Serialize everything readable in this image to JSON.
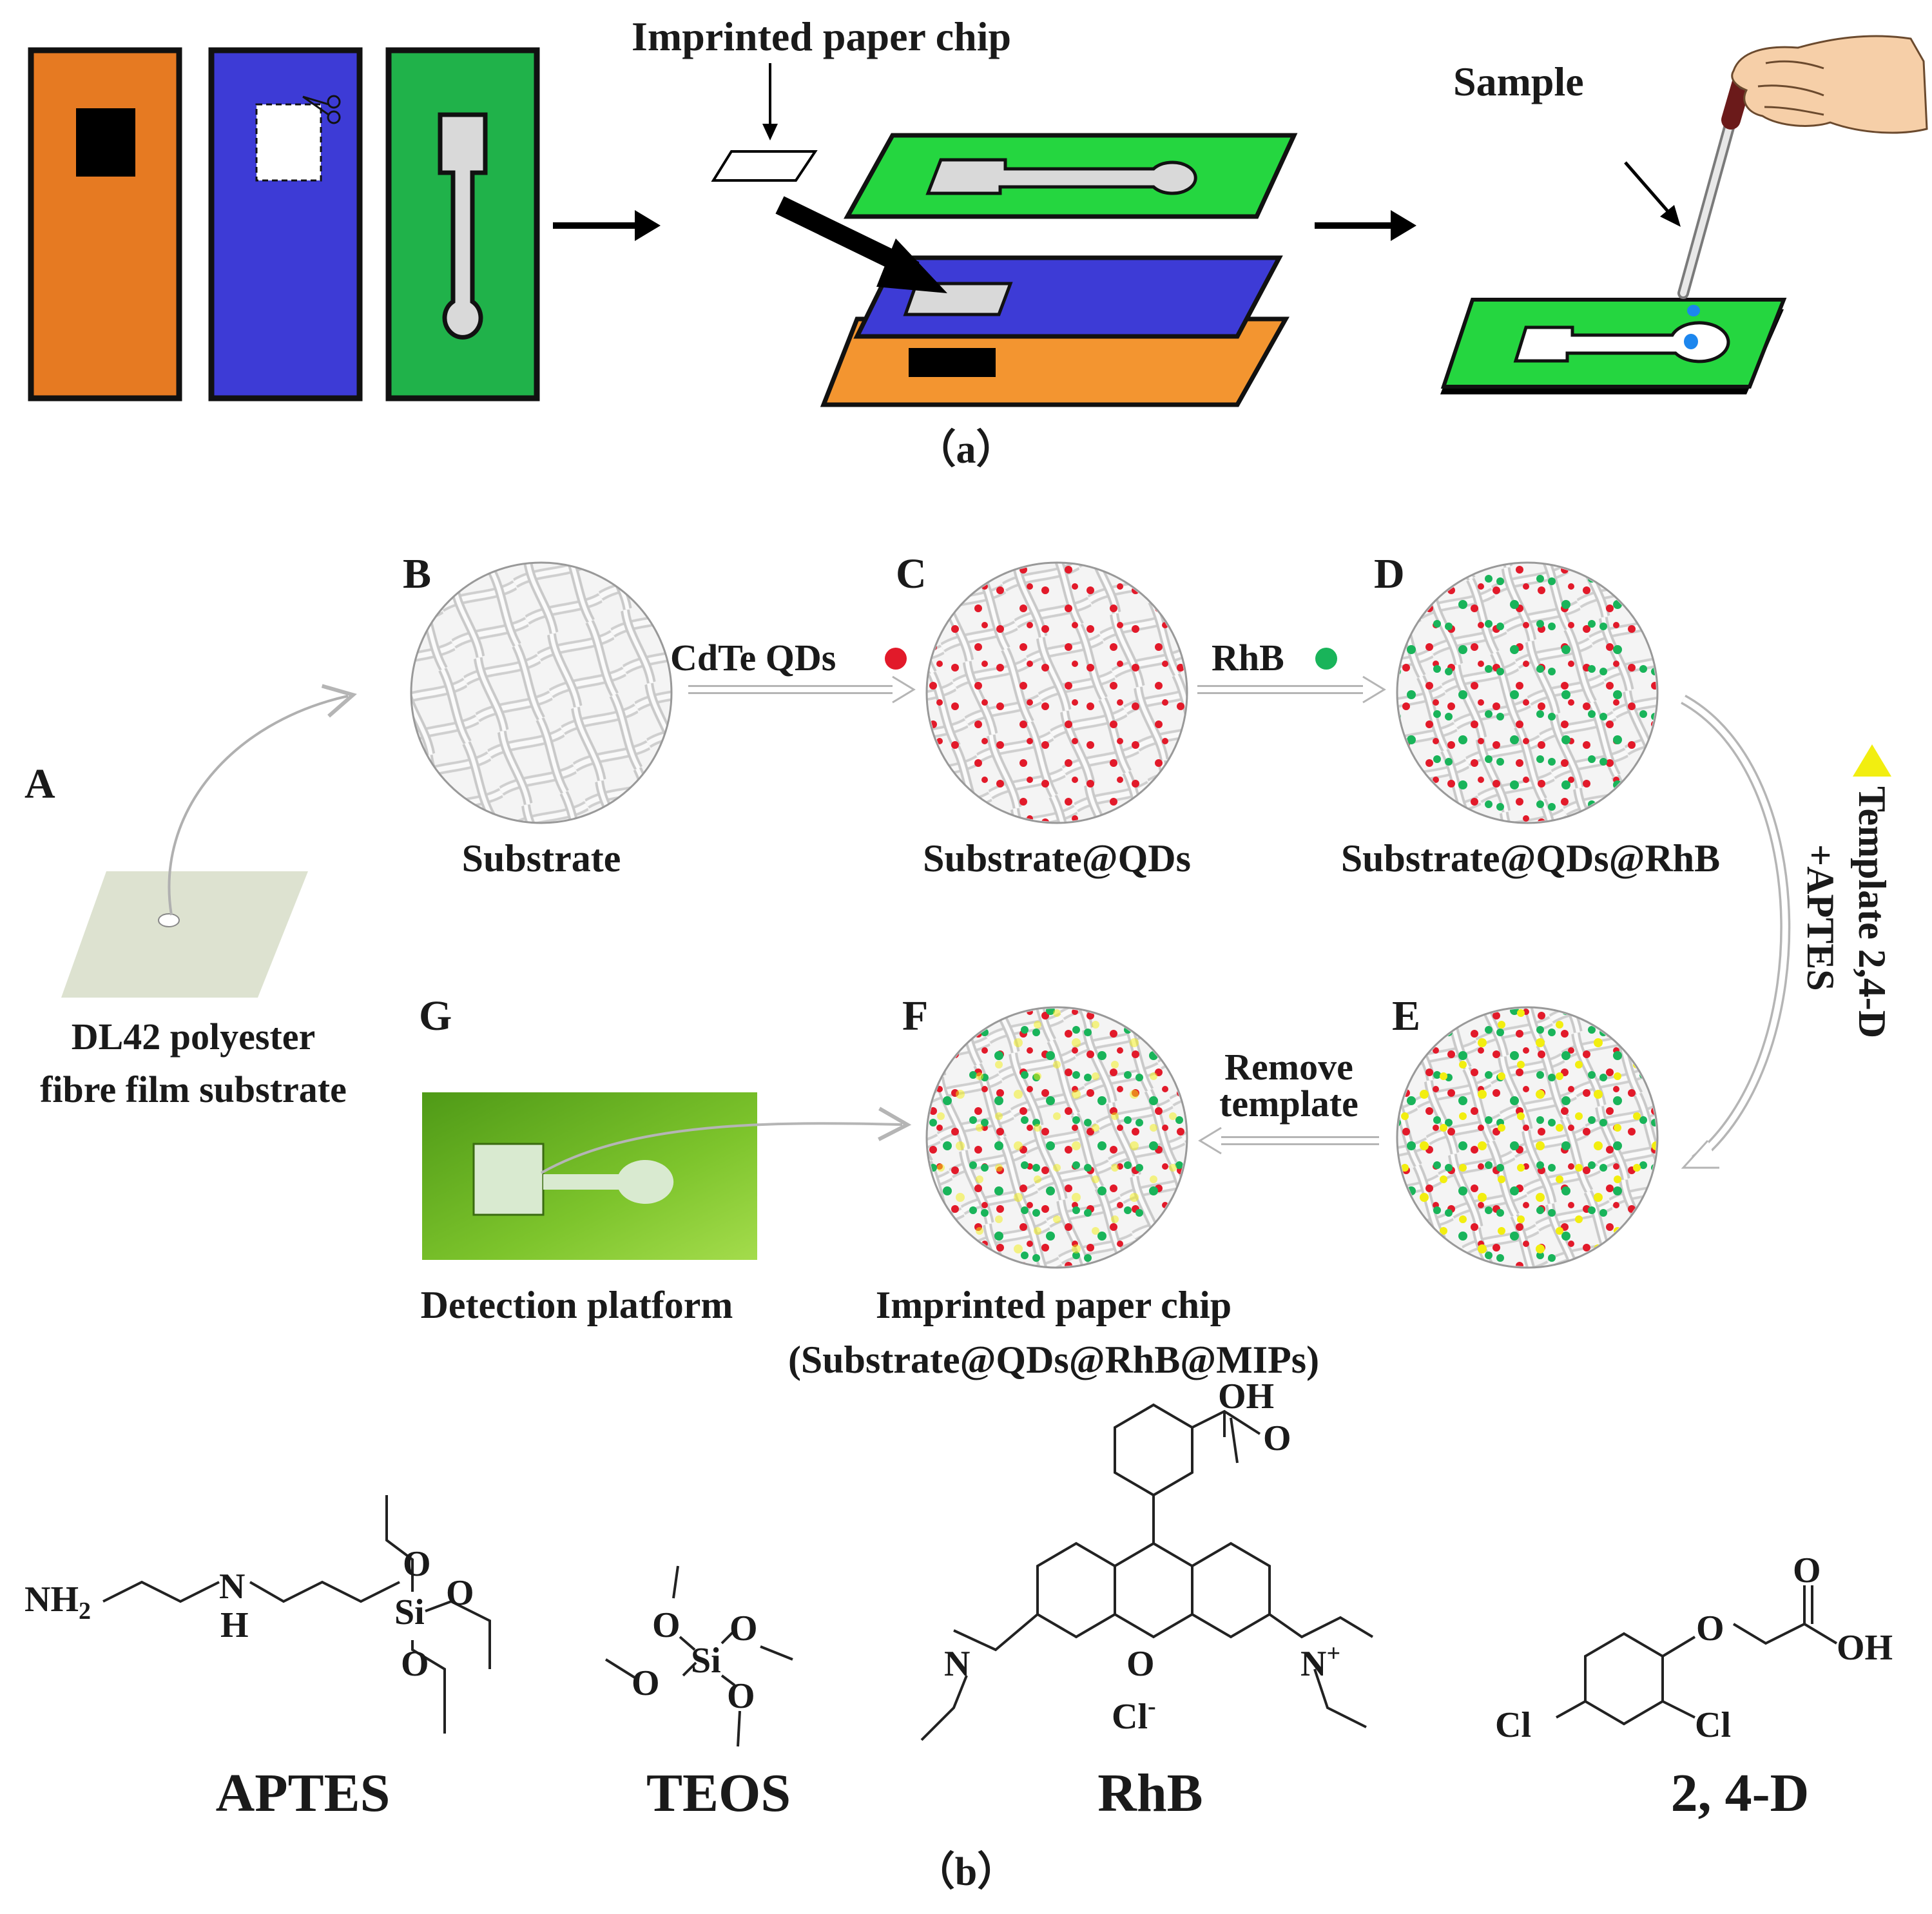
{
  "panel_a": {
    "imprinted_chip_label": "Imprinted paper chip",
    "sample_label": "Sample",
    "caption": "（a）",
    "layer_colors": {
      "orange": "#e67a22",
      "blue": "#3d3bd6",
      "green": "#20b24a",
      "bright_green": "#25d640",
      "gray": "#d9d9d9"
    }
  },
  "panel_b": {
    "letters": {
      "A": "A",
      "B": "B",
      "C": "C",
      "D": "D",
      "E": "E",
      "F": "F",
      "G": "G"
    },
    "substrate_film_label_line1": "DL42 polyester",
    "substrate_film_label_line2": "fibre film substrate",
    "B_label": "Substrate",
    "C_label": "Substrate@QDs",
    "D_label": "Substrate@QDs@RhB",
    "F_label_line1": "Imprinted paper chip",
    "F_label_line2": "(Substrate@QDs@RhB@MIPs)",
    "G_label": "Detection platform",
    "arrow_B_C": "CdTe QDs",
    "arrow_C_D": "RhB",
    "arrow_D_E_line1": "Template 2,4-D",
    "arrow_D_E_line2": "+APTES",
    "arrow_E_F_line1": "Remove",
    "arrow_E_F_line2": "template",
    "dot_colors": {
      "qds": "#e21a2a",
      "rhb": "#19b45a",
      "template": "#f2ee10"
    },
    "caption": "（b）"
  },
  "molecules": {
    "aptes": {
      "name": "APTES",
      "nh2": "NH",
      "nh2_sub": "2",
      "n": "N",
      "h": "H",
      "si": "Si",
      "o1": "O",
      "o2": "O",
      "o3": "O"
    },
    "teos": {
      "name": "TEOS",
      "si": "Si",
      "o1": "O",
      "o2": "O",
      "o3": "O",
      "o4": "O"
    },
    "rhb": {
      "name": "RhB",
      "oh": "OH",
      "o_carbonyl": "O",
      "n_left": "N",
      "o_ring": "O",
      "n_right": "N",
      "n_charge": "+",
      "cl": "Cl",
      "cl_charge": "-"
    },
    "d24": {
      "name": "2, 4-D",
      "o_ether": "O",
      "o_carbonyl": "O",
      "oh": "OH",
      "cl1": "Cl",
      "cl2": "Cl"
    }
  }
}
